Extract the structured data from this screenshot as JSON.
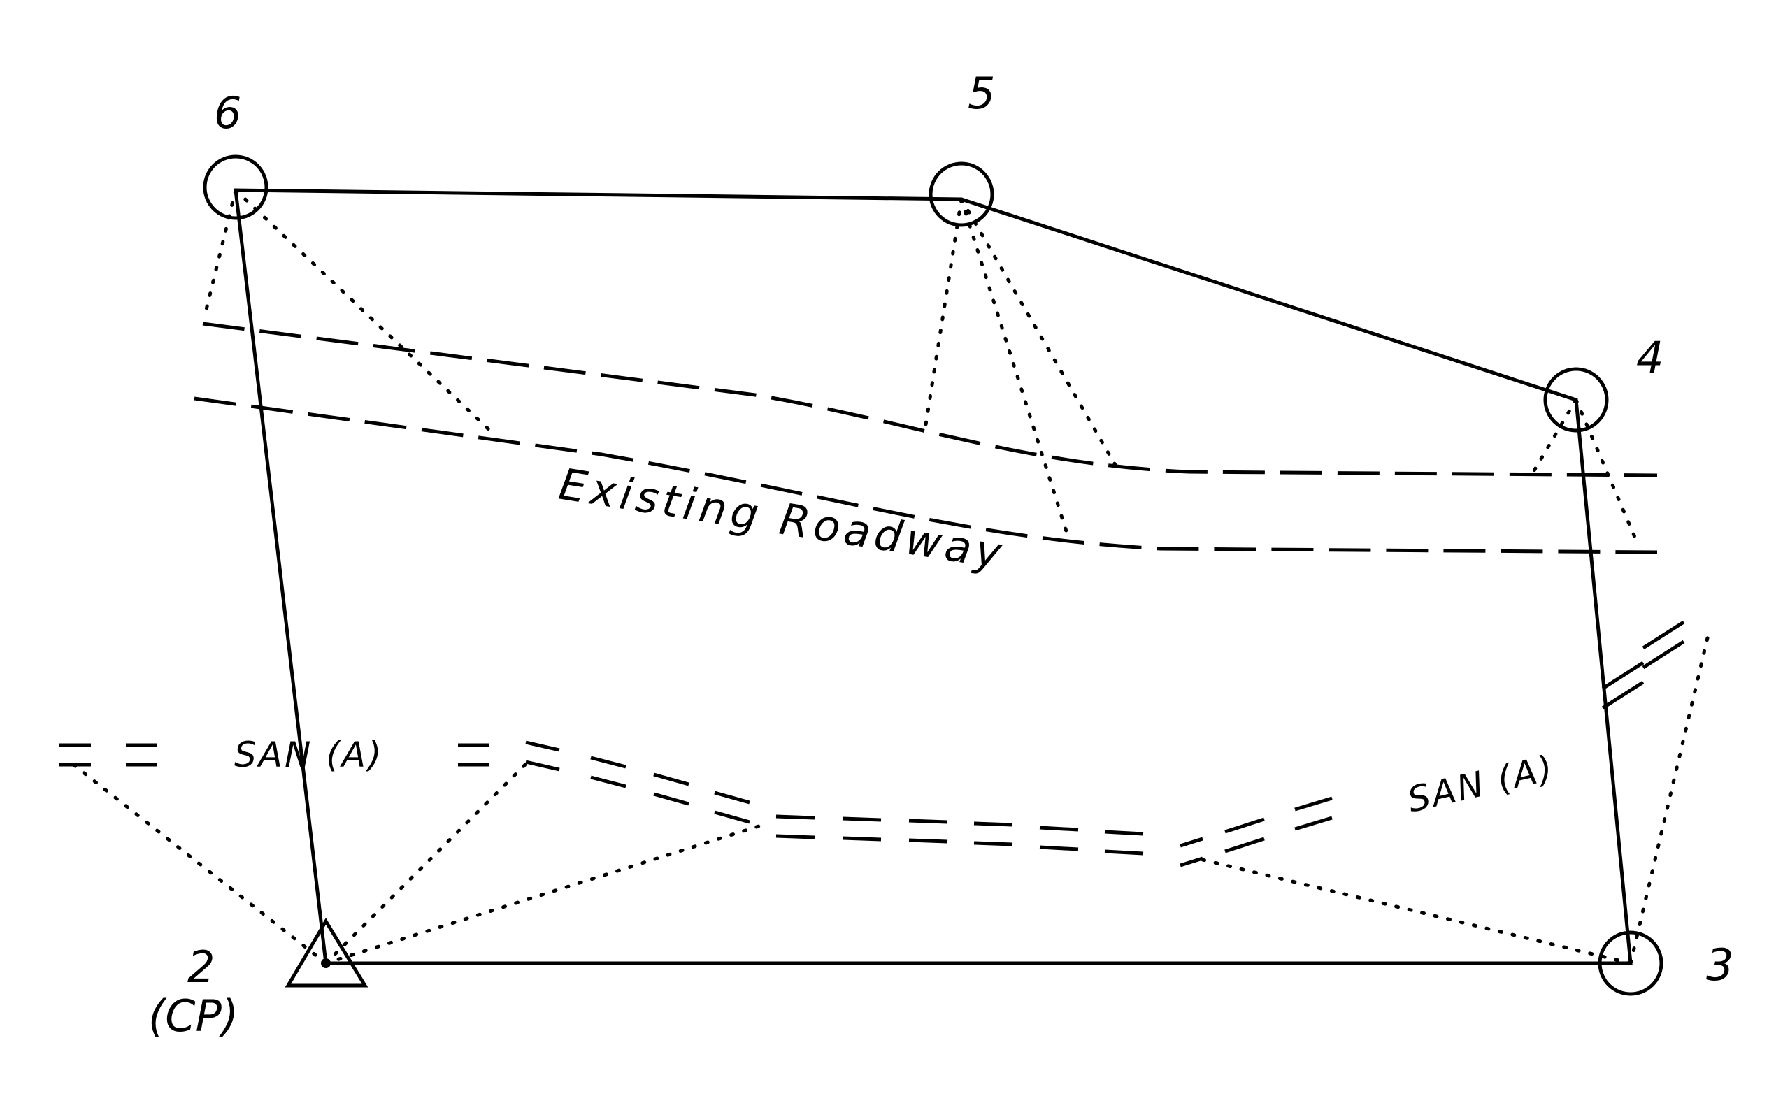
{
  "labels": {
    "point_2": "2",
    "point_2_sub": "(CP)",
    "point_3": "3",
    "point_4": "4",
    "point_5": "5",
    "point_6": "6",
    "roadway": "Existing Roadway",
    "san_left": "SAN (A)",
    "san_right": "SAN (A)"
  },
  "colors": {
    "ink": "#000000",
    "background": "#ffffff"
  }
}
